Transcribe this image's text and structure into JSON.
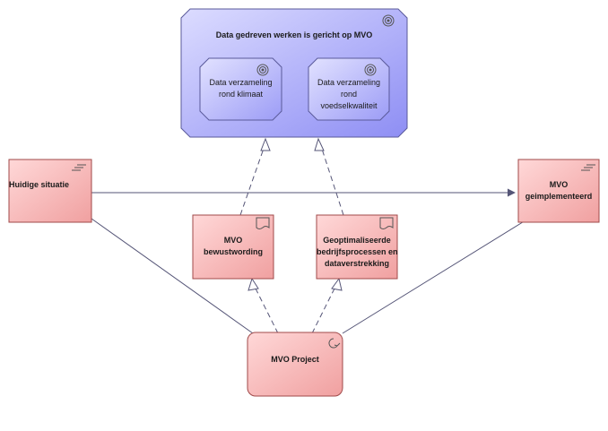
{
  "goal": {
    "label": "Data gedreven werken is gericht op MVO",
    "icon": "goal-target-icon",
    "outcomes": [
      {
        "lines": [
          "Data verzameling",
          "rond klimaat"
        ],
        "icon": "goal-target-icon"
      },
      {
        "lines": [
          "Data verzameling",
          "rond",
          "voedselkwaliteit"
        ],
        "icon": "goal-target-icon"
      }
    ]
  },
  "plateaus": {
    "current": {
      "label": "Huidige situatie",
      "icon": "plateau-icon"
    },
    "target": {
      "lines": [
        "MVO",
        "geimplementeerd"
      ],
      "icon": "plateau-icon"
    }
  },
  "deliverables": [
    {
      "lines": [
        "MVO",
        "bewustwording"
      ],
      "icon": "deliverable-icon"
    },
    {
      "lines": [
        "Geoptimaliseerde",
        "bedrijfsprocessen en",
        "dataverstrekking"
      ],
      "icon": "deliverable-icon"
    }
  ],
  "work_package": {
    "label": "MVO Project",
    "icon": "work-package-icon"
  },
  "colors": {
    "goal_fill_start": "#d8d8ff",
    "goal_fill_end": "#8f8ff5",
    "goal_stroke": "#5a5a9a",
    "element_fill_start": "#ffd0d0",
    "element_fill_end": "#f09a9a",
    "element_stroke": "#a04a4a",
    "line": "#555577"
  }
}
